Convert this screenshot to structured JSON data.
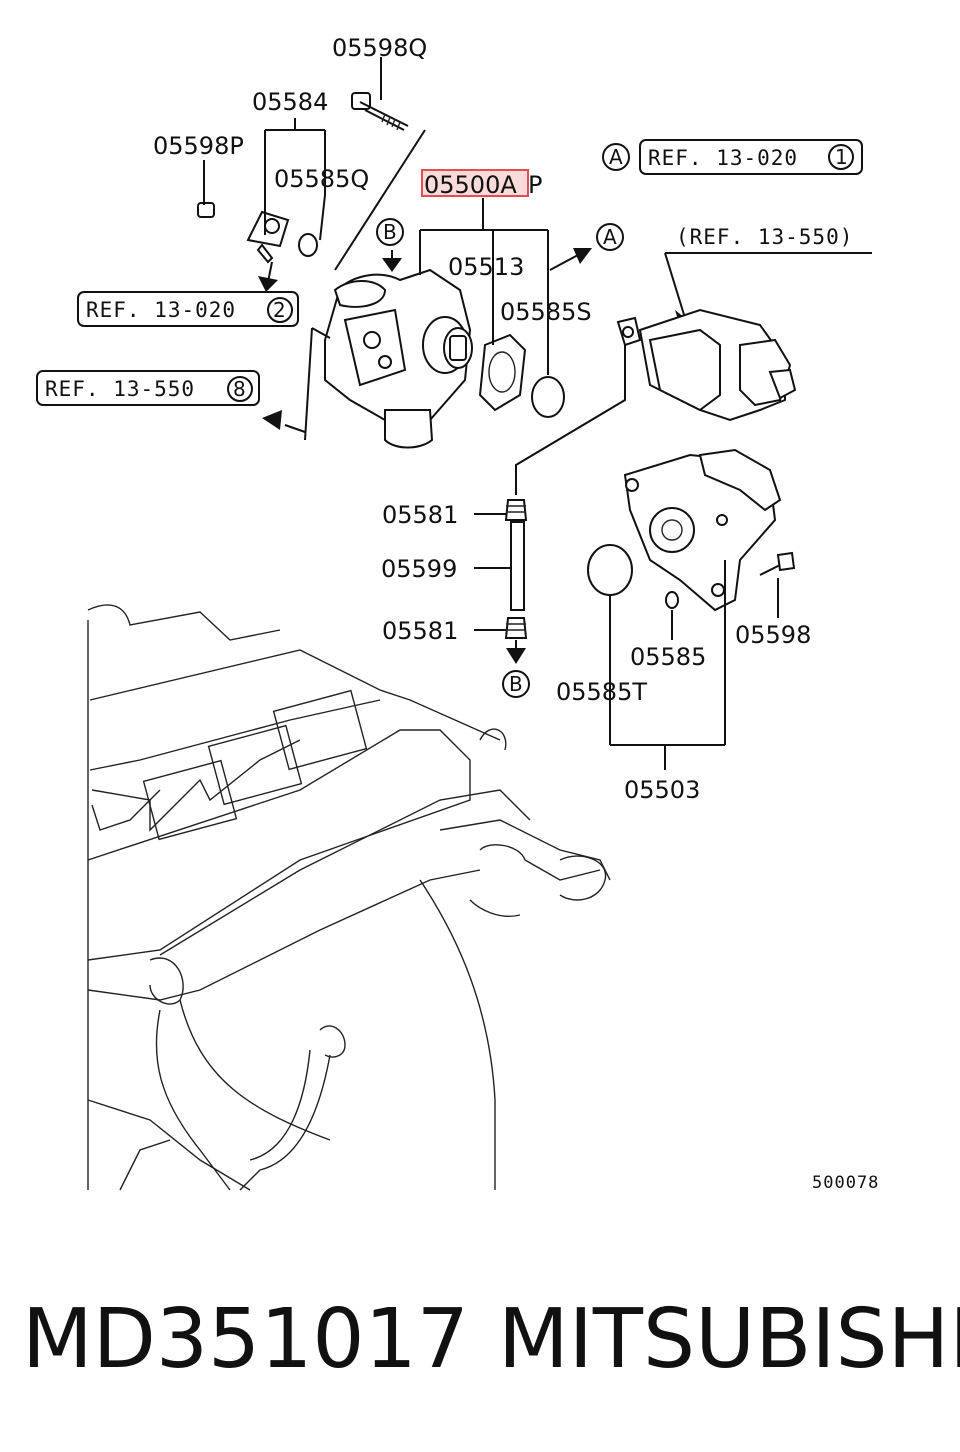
{
  "labels": {
    "p05598Q": "05598Q",
    "p05584": "05584",
    "p05598P": "05598P",
    "p05585Q": "05585Q",
    "p05500A": "05500A",
    "p05500A_suffix": "P",
    "p05513": "05513",
    "p05585S": "05585S",
    "p05581a": "05581",
    "p05599": "05599",
    "p05581b": "05581",
    "p05585": "05585",
    "p05598": "05598",
    "p05585T": "05585T",
    "p05503": "05503",
    "drawing_no": "500078"
  },
  "refs": {
    "ref_a_top": "REF. 13-020",
    "ref_a_top_num": "1",
    "ref_13550_top": "(REF. 13-550)",
    "ref_13020_2": "REF. 13-020",
    "ref_13020_2_num": "2",
    "ref_13550_8": "REF. 13-550",
    "ref_13550_8_num": "8"
  },
  "markers": {
    "A": "A",
    "B": "B"
  },
  "highlight": {
    "color": "#e05050"
  },
  "footer": {
    "part_number": "MD351017",
    "brand": "MITSUBISHI"
  }
}
